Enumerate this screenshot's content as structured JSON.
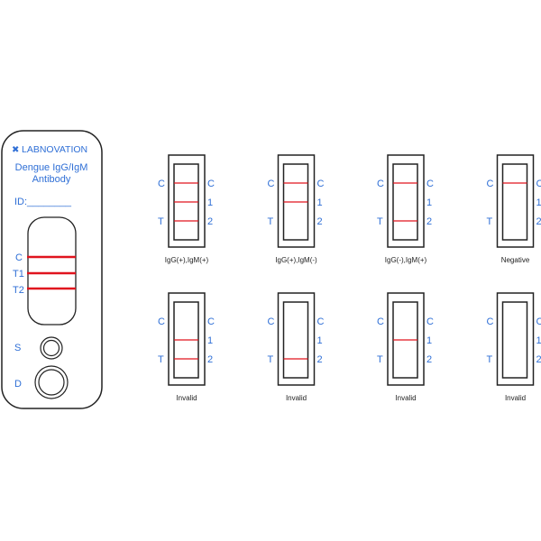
{
  "cassette": {
    "brand": "LABNOVATION",
    "title_line1": "Dengue IgG/IgM",
    "title_line2": "Antibody",
    "id_label": "ID:________",
    "line_labels": [
      "C",
      "T1",
      "T2"
    ],
    "sample_label": "S",
    "diluent_label": "D"
  },
  "colors": {
    "label": "#2f6fd6",
    "line": "#e0141e",
    "outline": "#222222"
  },
  "strip_labels": {
    "left": [
      "C",
      "T"
    ],
    "right": [
      "C",
      "1",
      "2"
    ]
  },
  "strips": [
    {
      "caption": "IgG(+),IgM(+)",
      "lines": [
        true,
        true,
        true
      ]
    },
    {
      "caption": "IgG(+),IgM(-)",
      "lines": [
        true,
        true,
        false
      ]
    },
    {
      "caption": "IgG(-),IgM(+)",
      "lines": [
        true,
        false,
        true
      ]
    },
    {
      "caption": "Negative",
      "lines": [
        true,
        false,
        false
      ]
    },
    {
      "caption": "Invalid",
      "lines": [
        false,
        true,
        true
      ]
    },
    {
      "caption": "Invalid",
      "lines": [
        false,
        false,
        true
      ]
    },
    {
      "caption": "Invalid",
      "lines": [
        false,
        true,
        false
      ]
    },
    {
      "caption": "Invalid",
      "lines": [
        false,
        false,
        false
      ]
    }
  ]
}
